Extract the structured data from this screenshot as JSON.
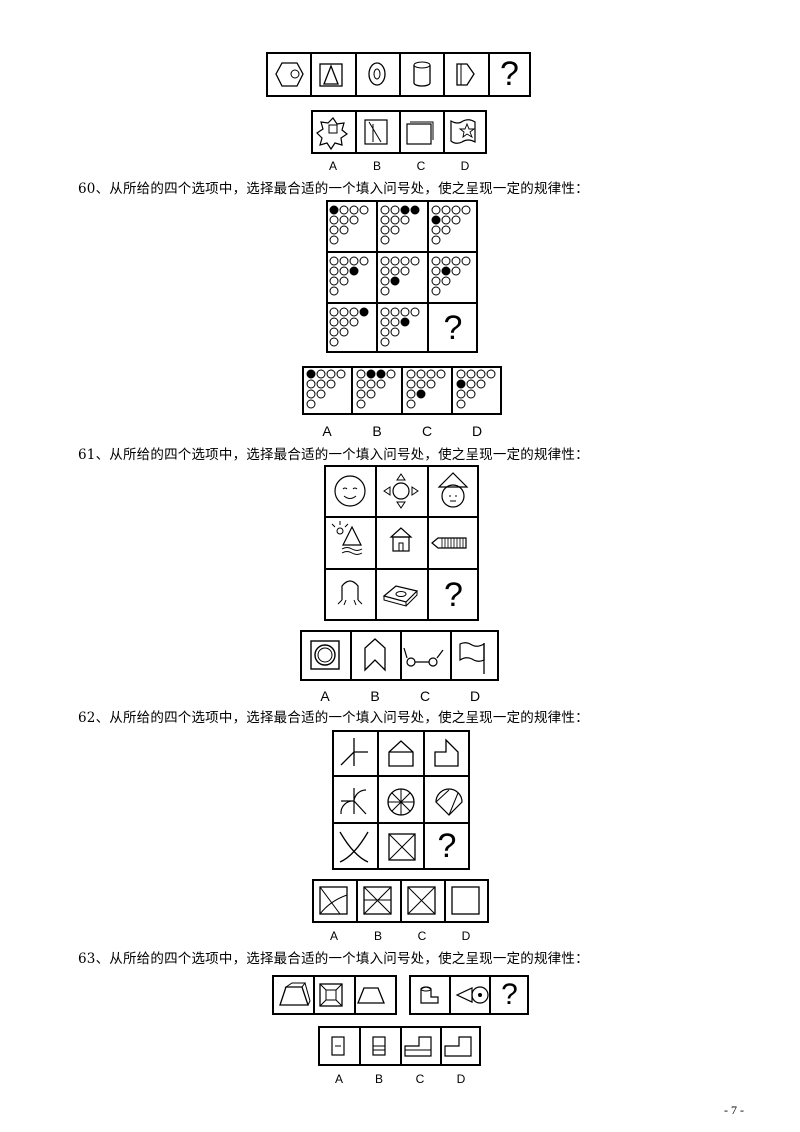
{
  "questions": [
    {
      "number": "60",
      "text": "60、从所给的四个选项中，选择最合适的一个填入问号处，使之呈现一定的规律性："
    },
    {
      "number": "61",
      "text": "61、从所给的四个选项中，选择最合适的一个填入问号处，使之呈现一定的规律性："
    },
    {
      "number": "62",
      "text": "62、从所给的四个选项中，选择最合适的一个填入问号处，使之呈现一定的规律性："
    },
    {
      "number": "63",
      "text": "63、从所给的四个选项中，选择最合适的一个填入问号处，使之呈现一定的规律性："
    }
  ],
  "options": [
    "A",
    "B",
    "C",
    "D"
  ],
  "question_mark": "?",
  "page_number": "- 7 -"
}
